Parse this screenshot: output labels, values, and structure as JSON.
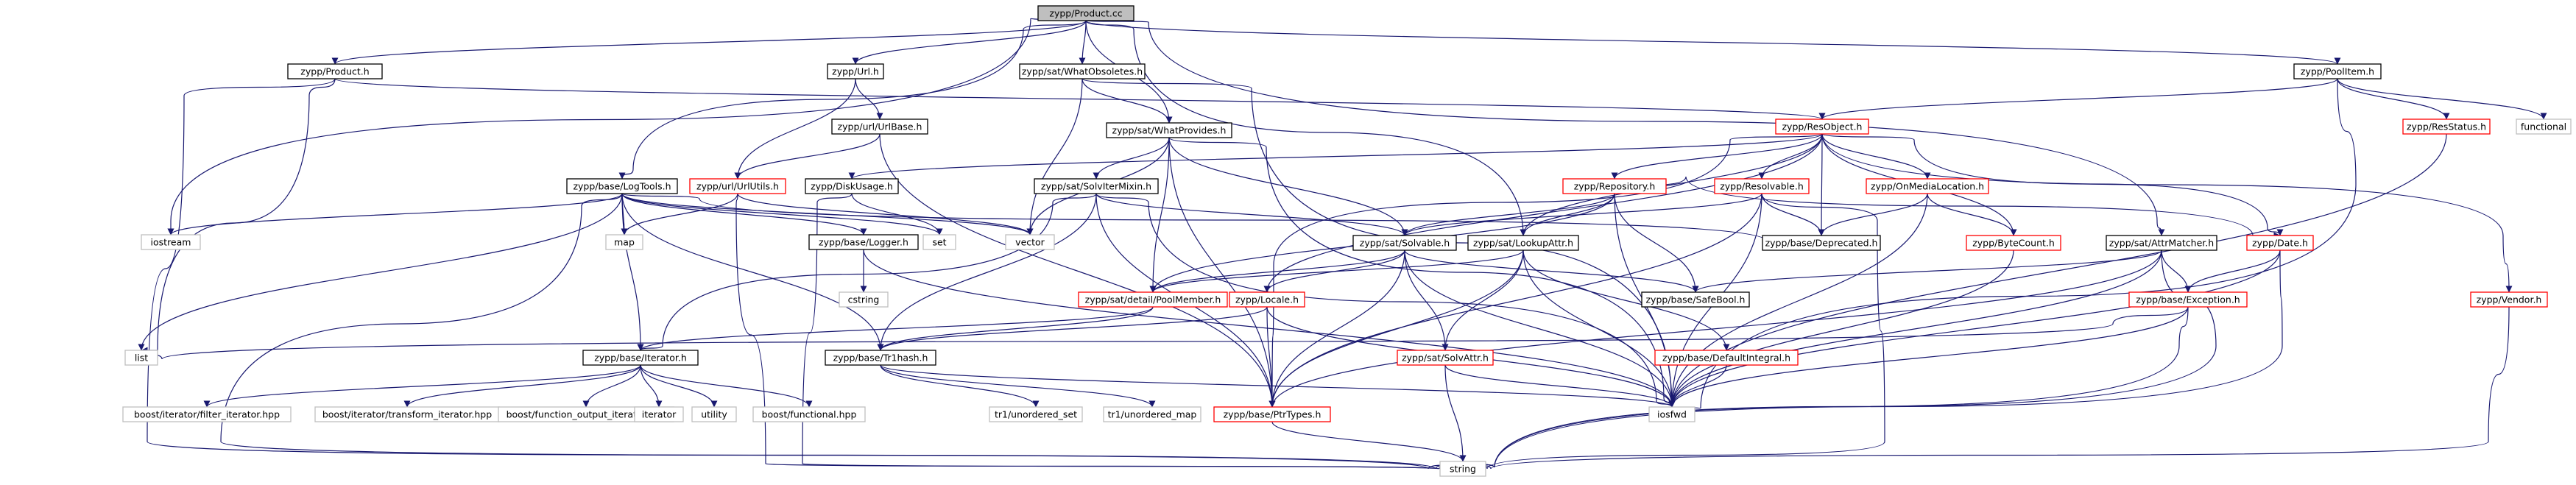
{
  "title": "zypp/Product.cc",
  "colors": {
    "edge": "#191970",
    "root_fill": "#bfbfbf",
    "normal_border": "#000000",
    "red_border": "#ff0000",
    "lib_border": "#bfbfbf",
    "text": "#000000"
  },
  "nodes": [
    {
      "id": "root",
      "label": "zypp/Product.cc",
      "style": "root"
    },
    {
      "id": "product_h",
      "label": "zypp/Product.h",
      "style": "normal"
    },
    {
      "id": "url_h",
      "label": "zypp/Url.h",
      "style": "normal"
    },
    {
      "id": "whatobsoletes_h",
      "label": "zypp/sat/WhatObsoletes.h",
      "style": "normal"
    },
    {
      "id": "poolitem_h",
      "label": "zypp/PoolItem.h",
      "style": "normal"
    },
    {
      "id": "urlbase_h",
      "label": "zypp/url/UrlBase.h",
      "style": "normal"
    },
    {
      "id": "whatprovides_h",
      "label": "zypp/sat/WhatProvides.h",
      "style": "normal"
    },
    {
      "id": "resobject_h",
      "label": "zypp/ResObject.h",
      "style": "red"
    },
    {
      "id": "resstatus_h",
      "label": "zypp/ResStatus.h",
      "style": "red"
    },
    {
      "id": "functional",
      "label": "functional",
      "style": "lib"
    },
    {
      "id": "logtools_h",
      "label": "zypp/base/LogTools.h",
      "style": "normal"
    },
    {
      "id": "urlutils_h",
      "label": "zypp/url/UrlUtils.h",
      "style": "red"
    },
    {
      "id": "diskusage_h",
      "label": "zypp/DiskUsage.h",
      "style": "normal"
    },
    {
      "id": "solvitermixin_h",
      "label": "zypp/sat/SolvIterMixin.h",
      "style": "normal"
    },
    {
      "id": "repository_h",
      "label": "zypp/Repository.h",
      "style": "red"
    },
    {
      "id": "resolvable_h",
      "label": "zypp/Resolvable.h",
      "style": "red"
    },
    {
      "id": "onmedialocation_h",
      "label": "zypp/OnMediaLocation.h",
      "style": "red"
    },
    {
      "id": "iostream",
      "label": "iostream",
      "style": "lib"
    },
    {
      "id": "map",
      "label": "map",
      "style": "lib"
    },
    {
      "id": "set",
      "label": "set",
      "style": "lib"
    },
    {
      "id": "vector",
      "label": "vector",
      "style": "lib"
    },
    {
      "id": "logger_h",
      "label": "zypp/base/Logger.h",
      "style": "normal"
    },
    {
      "id": "solvable_h",
      "label": "zypp/sat/Solvable.h",
      "style": "normal"
    },
    {
      "id": "lookupattr_h",
      "label": "zypp/sat/LookupAttr.h",
      "style": "normal"
    },
    {
      "id": "deprecated_h",
      "label": "zypp/base/Deprecated.h",
      "style": "normal"
    },
    {
      "id": "bytecount_h",
      "label": "zypp/ByteCount.h",
      "style": "red"
    },
    {
      "id": "attrmatcher_h",
      "label": "zypp/sat/AttrMatcher.h",
      "style": "normal"
    },
    {
      "id": "date_h",
      "label": "zypp/Date.h",
      "style": "red"
    },
    {
      "id": "cstring",
      "label": "cstring",
      "style": "lib"
    },
    {
      "id": "poolmember_h",
      "label": "zypp/sat/detail/PoolMember.h",
      "style": "red"
    },
    {
      "id": "locale_h",
      "label": "zypp/Locale.h",
      "style": "red"
    },
    {
      "id": "safebool_h",
      "label": "zypp/base/SafeBool.h",
      "style": "normal"
    },
    {
      "id": "exception_h",
      "label": "zypp/base/Exception.h",
      "style": "red"
    },
    {
      "id": "vendor_h",
      "label": "zypp/Vendor.h",
      "style": "red"
    },
    {
      "id": "list",
      "label": "list",
      "style": "lib"
    },
    {
      "id": "iterator_h",
      "label": "zypp/base/Iterator.h",
      "style": "normal"
    },
    {
      "id": "tr1hash_h",
      "label": "zypp/base/Tr1hash.h",
      "style": "normal"
    },
    {
      "id": "solvattr_h",
      "label": "zypp/sat/SolvAttr.h",
      "style": "red"
    },
    {
      "id": "defaultintegral_h",
      "label": "zypp/base/DefaultIntegral.h",
      "style": "red"
    },
    {
      "id": "filter_iterator",
      "label": "boost/iterator/filter_iterator.hpp",
      "style": "lib"
    },
    {
      "id": "transform_iterator",
      "label": "boost/iterator/transform_iterator.hpp",
      "style": "lib"
    },
    {
      "id": "function_output_iterator",
      "label": "boost/function_output_iterator.hpp",
      "style": "lib"
    },
    {
      "id": "iterator",
      "label": "iterator",
      "style": "lib"
    },
    {
      "id": "utility",
      "label": "utility",
      "style": "lib"
    },
    {
      "id": "boost_functional",
      "label": "boost/functional.hpp",
      "style": "lib"
    },
    {
      "id": "unordered_set",
      "label": "tr1/unordered_set",
      "style": "lib"
    },
    {
      "id": "unordered_map",
      "label": "tr1/unordered_map",
      "style": "lib"
    },
    {
      "id": "ptrtypes_h",
      "label": "zypp/base/PtrTypes.h",
      "style": "red"
    },
    {
      "id": "iosfwd",
      "label": "iosfwd",
      "style": "lib"
    },
    {
      "id": "string",
      "label": "string",
      "style": "lib"
    }
  ],
  "edges": [
    [
      "root",
      "product_h"
    ],
    [
      "root",
      "url_h"
    ],
    [
      "root",
      "whatobsoletes_h"
    ],
    [
      "root",
      "whatprovides_h"
    ],
    [
      "root",
      "poolitem_h"
    ],
    [
      "root",
      "logtools_h"
    ],
    [
      "root",
      "lookupattr_h"
    ],
    [
      "root",
      "attrmatcher_h"
    ],
    [
      "root",
      "iostream"
    ],
    [
      "product_h",
      "resobject_h"
    ],
    [
      "product_h",
      "list"
    ],
    [
      "product_h",
      "string"
    ],
    [
      "url_h",
      "urlbase_h"
    ],
    [
      "url_h",
      "urlutils_h"
    ],
    [
      "urlbase_h",
      "urlutils_h"
    ],
    [
      "urlbase_h",
      "ptrtypes_h"
    ],
    [
      "whatobsoletes_h",
      "whatprovides_h"
    ],
    [
      "whatobsoletes_h",
      "vector"
    ],
    [
      "whatobsoletes_h",
      "iosfwd"
    ],
    [
      "whatprovides_h",
      "solvitermixin_h"
    ],
    [
      "whatprovides_h",
      "solvable_h"
    ],
    [
      "whatprovides_h",
      "poolmember_h"
    ],
    [
      "whatprovides_h",
      "ptrtypes_h"
    ],
    [
      "whatprovides_h",
      "vector"
    ],
    [
      "whatprovides_h",
      "iosfwd"
    ],
    [
      "poolitem_h",
      "resobject_h"
    ],
    [
      "poolitem_h",
      "resstatus_h"
    ],
    [
      "poolitem_h",
      "functional"
    ],
    [
      "poolitem_h",
      "iosfwd"
    ],
    [
      "resobject_h",
      "diskusage_h"
    ],
    [
      "resobject_h",
      "repository_h"
    ],
    [
      "resobject_h",
      "resolvable_h"
    ],
    [
      "resobject_h",
      "onmedialocation_h"
    ],
    [
      "resobject_h",
      "lookupattr_h"
    ],
    [
      "resobject_h",
      "locale_h"
    ],
    [
      "resobject_h",
      "bytecount_h"
    ],
    [
      "resobject_h",
      "date_h"
    ],
    [
      "resobject_h",
      "vendor_h"
    ],
    [
      "resobject_h",
      "deprecated_h"
    ],
    [
      "resobject_h",
      "ptrtypes_h"
    ],
    [
      "logtools_h",
      "iostream"
    ],
    [
      "logtools_h",
      "map"
    ],
    [
      "logtools_h",
      "set"
    ],
    [
      "logtools_h",
      "vector"
    ],
    [
      "logtools_h",
      "list"
    ],
    [
      "logtools_h",
      "logger_h"
    ],
    [
      "logtools_h",
      "iterator_h"
    ],
    [
      "logtools_h",
      "tr1hash_h"
    ],
    [
      "logtools_h",
      "deprecated_h"
    ],
    [
      "logtools_h",
      "string"
    ],
    [
      "urlutils_h",
      "map"
    ],
    [
      "urlutils_h",
      "vector"
    ],
    [
      "urlutils_h",
      "string"
    ],
    [
      "diskusage_h",
      "set"
    ],
    [
      "diskusage_h",
      "string"
    ],
    [
      "solvitermixin_h",
      "iterator_h"
    ],
    [
      "solvitermixin_h",
      "tr1hash_h"
    ],
    [
      "solvitermixin_h",
      "ptrtypes_h"
    ],
    [
      "solvitermixin_h",
      "iosfwd"
    ],
    [
      "solvitermixin_h",
      "solvable_h"
    ],
    [
      "repository_h",
      "solvable_h"
    ],
    [
      "repository_h",
      "lookupattr_h"
    ],
    [
      "repository_h",
      "safebool_h"
    ],
    [
      "repository_h",
      "poolmember_h"
    ],
    [
      "repository_h",
      "date_h"
    ],
    [
      "repository_h",
      "iosfwd"
    ],
    [
      "resolvable_h",
      "solvable_h"
    ],
    [
      "resolvable_h",
      "deprecated_h"
    ],
    [
      "resolvable_h",
      "ptrtypes_h"
    ],
    [
      "resolvable_h",
      "iosfwd"
    ],
    [
      "resolvable_h",
      "string"
    ],
    [
      "onmedialocation_h",
      "bytecount_h"
    ],
    [
      "onmedialocation_h",
      "deprecated_h"
    ],
    [
      "onmedialocation_h",
      "iosfwd"
    ],
    [
      "logger_h",
      "cstring"
    ],
    [
      "logger_h",
      "iosfwd"
    ],
    [
      "solvable_h",
      "poolmember_h"
    ],
    [
      "solvable_h",
      "locale_h"
    ],
    [
      "solvable_h",
      "solvattr_h"
    ],
    [
      "solvable_h",
      "safebool_h"
    ],
    [
      "solvable_h",
      "ptrtypes_h"
    ],
    [
      "solvable_h",
      "iosfwd"
    ],
    [
      "lookupattr_h",
      "poolmember_h"
    ],
    [
      "lookupattr_h",
      "solvattr_h"
    ],
    [
      "lookupattr_h",
      "defaultintegral_h"
    ],
    [
      "lookupattr_h",
      "ptrtypes_h"
    ],
    [
      "lookupattr_h",
      "iosfwd"
    ],
    [
      "bytecount_h",
      "iosfwd"
    ],
    [
      "attrmatcher_h",
      "safebool_h"
    ],
    [
      "attrmatcher_h",
      "exception_h"
    ],
    [
      "attrmatcher_h",
      "iosfwd"
    ],
    [
      "attrmatcher_h",
      "string"
    ],
    [
      "attrmatcher_h",
      "ptrtypes_h"
    ],
    [
      "date_h",
      "exception_h"
    ],
    [
      "date_h",
      "iosfwd"
    ],
    [
      "date_h",
      "string"
    ],
    [
      "poolmember_h",
      "iterator_h"
    ],
    [
      "poolmember_h",
      "tr1hash_h"
    ],
    [
      "locale_h",
      "tr1hash_h"
    ],
    [
      "locale_h",
      "ptrtypes_h"
    ],
    [
      "locale_h",
      "iosfwd"
    ],
    [
      "exception_h",
      "list"
    ],
    [
      "exception_h",
      "iosfwd"
    ],
    [
      "exception_h",
      "string"
    ],
    [
      "vendor_h",
      "string"
    ],
    [
      "iterator_h",
      "filter_iterator"
    ],
    [
      "iterator_h",
      "transform_iterator"
    ],
    [
      "iterator_h",
      "function_output_iterator"
    ],
    [
      "iterator_h",
      "iterator"
    ],
    [
      "iterator_h",
      "utility"
    ],
    [
      "iterator_h",
      "boost_functional"
    ],
    [
      "tr1hash_h",
      "unordered_set"
    ],
    [
      "tr1hash_h",
      "unordered_map"
    ],
    [
      "tr1hash_h",
      "iosfwd"
    ],
    [
      "solvattr_h",
      "string"
    ],
    [
      "solvattr_h",
      "iosfwd"
    ],
    [
      "defaultintegral_h",
      "iosfwd"
    ],
    [
      "ptrtypes_h",
      "string"
    ],
    [
      "resstatus_h",
      "iosfwd"
    ]
  ]
}
